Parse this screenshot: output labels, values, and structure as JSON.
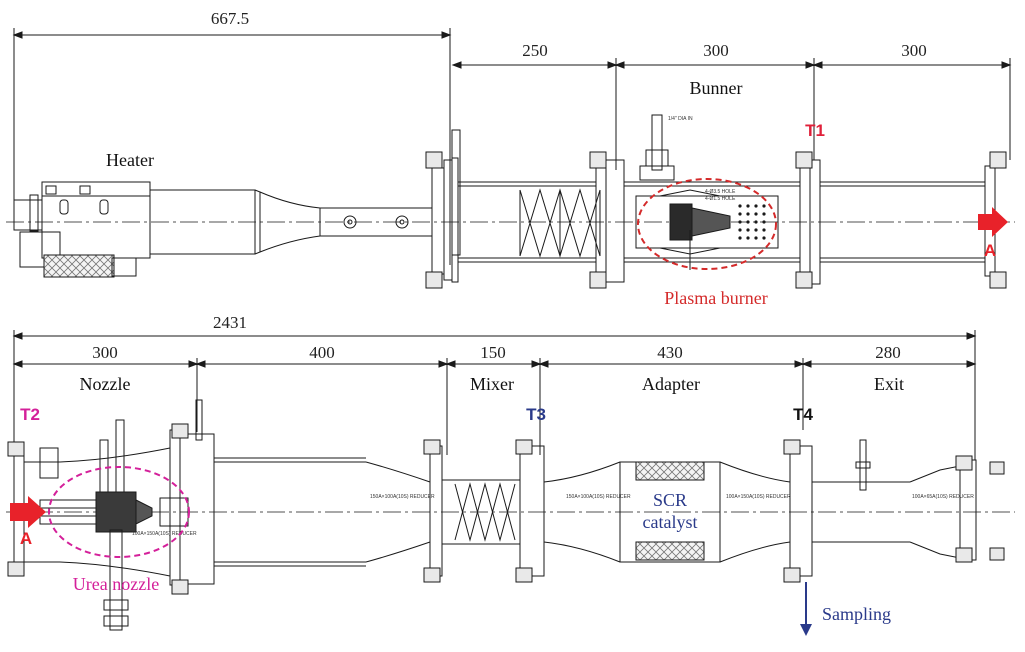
{
  "colors": {
    "line": "#1a1a1a",
    "flow_arrow": "#e8222a",
    "plasma": "#d42a2a",
    "urea": "#d4209a",
    "t1": "#e0203a",
    "t2": "#d4209a",
    "t3": "#2a3a8a",
    "t4": "#111111",
    "sampling": "#2a3a8a"
  },
  "top": {
    "total_dim": "667.5",
    "dims": [
      "250",
      "300",
      "300"
    ],
    "sections": {
      "heater": "Heater",
      "burner": "Bunner"
    },
    "sensor_t1": "T1",
    "plasma_label": "Plasma burner",
    "flow_out": "A",
    "small_text": {
      "hole1": "4-Ø3.5 HOLE",
      "hole2": "4-Ø1.5 HOLE",
      "fitting": "1/4\" DIA IN"
    }
  },
  "bottom": {
    "total_dim": "2431",
    "dims": [
      "300",
      "400",
      "150",
      "430",
      "280"
    ],
    "sections": {
      "nozzle": "Nozzle",
      "mixer": "Mixer",
      "adapter": "Adapter",
      "exit": "Exit"
    },
    "sensors": {
      "t2": "T2",
      "t3": "T3",
      "t4": "T4"
    },
    "flow_in": "A",
    "urea_label": "Urea nozzle",
    "scr_line1": "SCR",
    "scr_line2": "catalyst",
    "sampling": "Sampling",
    "reducers": {
      "r1": "100A×150A(10S) REDUCER",
      "r2": "150A×100A(10S) REDUCER",
      "r3": "150A×100A(10S) REDUCER",
      "r4": "100A×150A(10S) REDUCER",
      "r5": "100A×65A(10S) REDUCER"
    }
  }
}
